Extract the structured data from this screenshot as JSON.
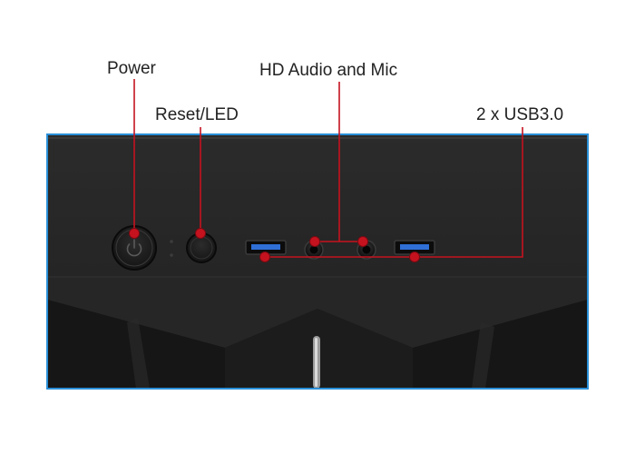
{
  "labels": {
    "power": "Power",
    "reset_led": "Reset/LED",
    "hd_audio": "HD Audio and Mic",
    "usb": "2 x USB3.0"
  },
  "colors": {
    "callout": "#c5121f",
    "frame": "#2a8fd8",
    "panel": "#1e1e1e",
    "usb_port": "#2f6fd6"
  }
}
